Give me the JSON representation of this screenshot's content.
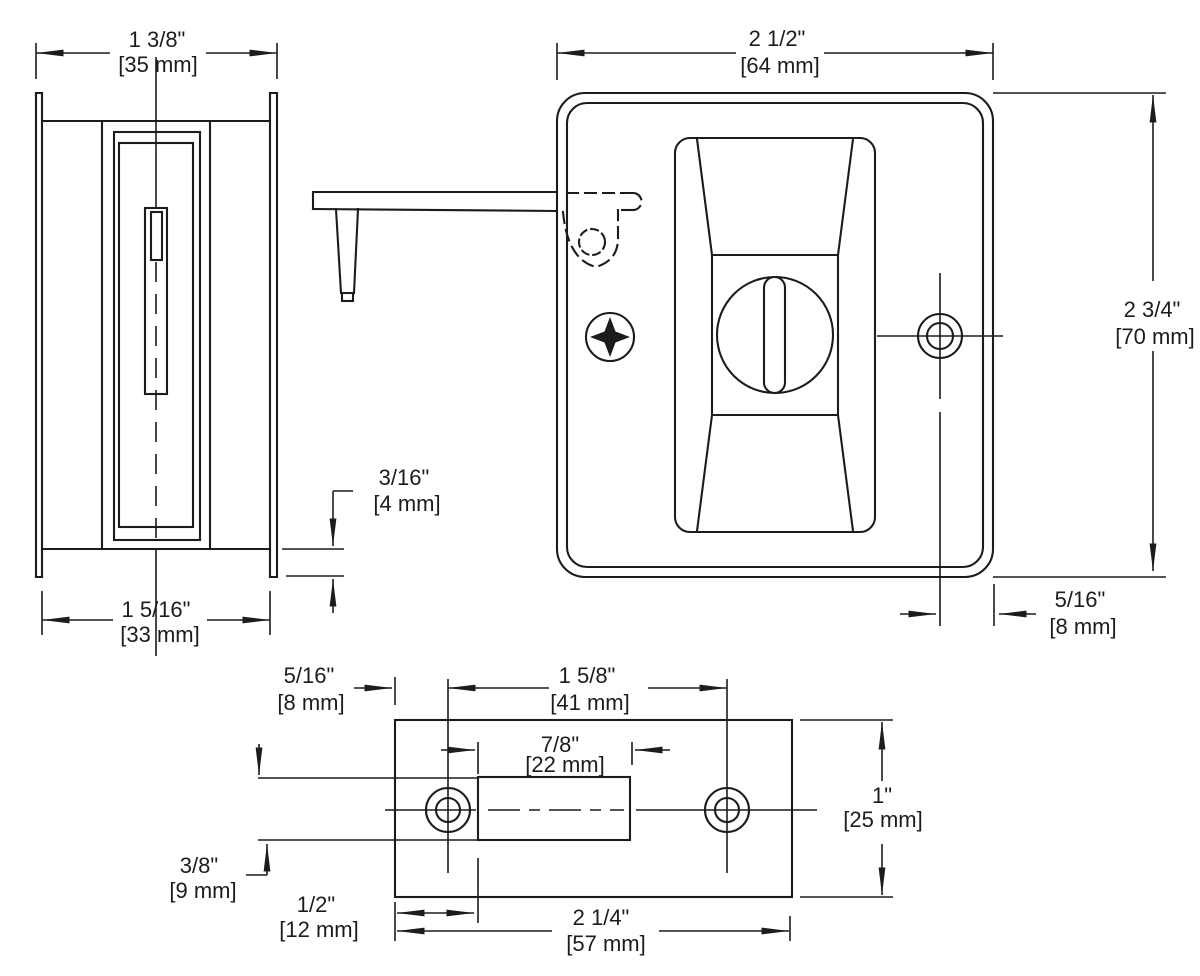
{
  "drawing": {
    "background": "#ffffff",
    "line_color": "#1c1c1c"
  },
  "dimensions": {
    "edge_overall": {
      "in": "1 3/8\"",
      "mm": "[35 mm]"
    },
    "edge_inner": {
      "in": "1 5/16\"",
      "mm": "[33 mm]"
    },
    "latch_drop": {
      "in": "3/16\"",
      "mm": "[4 mm]"
    },
    "face_width": {
      "in": "2 1/2\"",
      "mm": "[64 mm]"
    },
    "face_height": {
      "in": "2 3/4\"",
      "mm": "[70 mm]"
    },
    "face_hole_edge": {
      "in": "5/16\"",
      "mm": "[8 mm]"
    },
    "strike_edge_offset": {
      "in": "5/16\"",
      "mm": "[8 mm]"
    },
    "strike_hole_spacing": {
      "in": "1 5/8\"",
      "mm": "[41 mm]"
    },
    "opening_width": {
      "in": "7/8\"",
      "mm": "[22 mm]"
    },
    "opening_height": {
      "in": "3/8\"",
      "mm": "[9 mm]"
    },
    "opening_inset": {
      "in": "1/2\"",
      "mm": "[12 mm]"
    },
    "strike_height": {
      "in": "1\"",
      "mm": "[25 mm]"
    },
    "strike_length": {
      "in": "2 1/4\"",
      "mm": "[57 mm]"
    }
  }
}
